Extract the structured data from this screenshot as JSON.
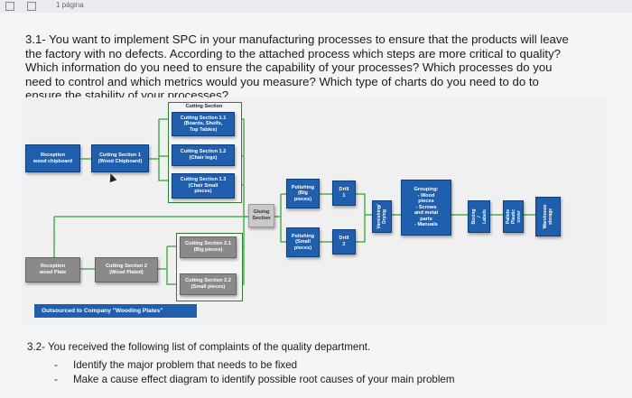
{
  "header": {
    "page_label": "1 página"
  },
  "question1": "3.1- You want to implement SPC in your manufacturing processes to ensure that the products will leave the factory with no defects. According to the attached process which steps are more critical to quality? Which information do you need to ensure the capability of your processes? Which processes do you need to control and which metrics would you measure? Which type of charts do you need to do to ensure the stability of your processes?",
  "diagram": {
    "cutting_section_title": "Cutting Section",
    "reception_wood_chipboard": "Reception\nwood chipboard",
    "cutting_section_1": "Cutting Section 1\n(Wood Chipboard)",
    "cutting_section_1_1": "Cutting Section 1.1\n(Boards, Shelfs,\nTop Tables)",
    "cutting_section_1_2": "Cutting Section 1.2\n(Chair legs)",
    "cutting_section_1_3": "Cutting Section 1.3\n(Chair Small\npieces)",
    "gluing_section": "Gluing\nSection",
    "polishing_big": "Polishing\n(Big\npieces)",
    "drill_1": "Drill\n1",
    "polishing_small": "Polishing\n(Small\npieces)",
    "drill_2": "Drill\n2",
    "varnishing_drying": "Varnishing/\nDrying",
    "grouping": "Grouping:\n- Wood\npieces\n- Screws\nand metal\nparts\n- Manuals",
    "boxing_labels": "Boxing /\nLabels",
    "pallets_plastic_cover": "Pallets\nPlastic cover",
    "warehouse_storage": "Warehouse\nstorage",
    "reception_wood_plate": "Reception\nwood Plate",
    "cutting_section_2": "Cutting Section 2\n(Wood Plated)",
    "cutting_section_2_1": "Cutting Section 2.1\n(Big pieces)",
    "cutting_section_2_2": "Cutting Section 2.2\n(Small pieces)",
    "outsourced": "Outsourced to Company \"Wooding Plates\""
  },
  "question2": {
    "title": "3.2- You received the following list of complaints of the quality department.",
    "bullet1": "Identify the major problem that needs to be fixed",
    "bullet2": "Make a cause effect diagram to identify possible root causes of your main problem",
    "dash": "-"
  },
  "colors": {
    "box_blue": "#1f5fae",
    "group_border": "#2e7d32",
    "connector_green": "#4caf50"
  }
}
